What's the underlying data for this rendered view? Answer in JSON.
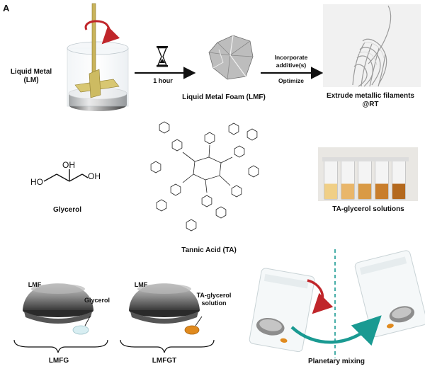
{
  "panel_letter": "A",
  "top_row": {
    "liquid_metal_label": "Liquid Metal\n(LM)",
    "time_label": "1 hour",
    "lmf_label": "Liquid Metal Foam (LMF)",
    "step_label_top": "Incorporate\nadditive(s)",
    "step_label_bottom": "Optimize",
    "extrude_label": "Extrude metallic filaments\n@RT"
  },
  "middle_row": {
    "glycerol_label": "Glycerol",
    "glycerol_atoms": {
      "ho_left": "HO",
      "oh_top": "OH",
      "oh_right": "OH"
    },
    "tannic_acid_label": "Tannic Acid (TA)",
    "ta_solutions_label": "TA-glycerol solutions"
  },
  "bottom_row": {
    "lmfg_lmf": "LMF",
    "lmfg_additive": "Glycerol",
    "lmfg_name": "LMFG",
    "lmfgt_lmf": "LMF",
    "lmfgt_additive": "TA-glycerol\nsolution",
    "lmfgt_name": "LMFGT",
    "mixing_label": "Planetary mixing"
  },
  "colors": {
    "arrow": "#111111",
    "rotation_arrow": "#c0262b",
    "teal_arrow": "#1a9a92",
    "dashed_line": "#1a9a92",
    "metal": "#8a8a8a",
    "ta_solution": "#e08a1e",
    "glycerol_drop": "#d8eef2"
  }
}
